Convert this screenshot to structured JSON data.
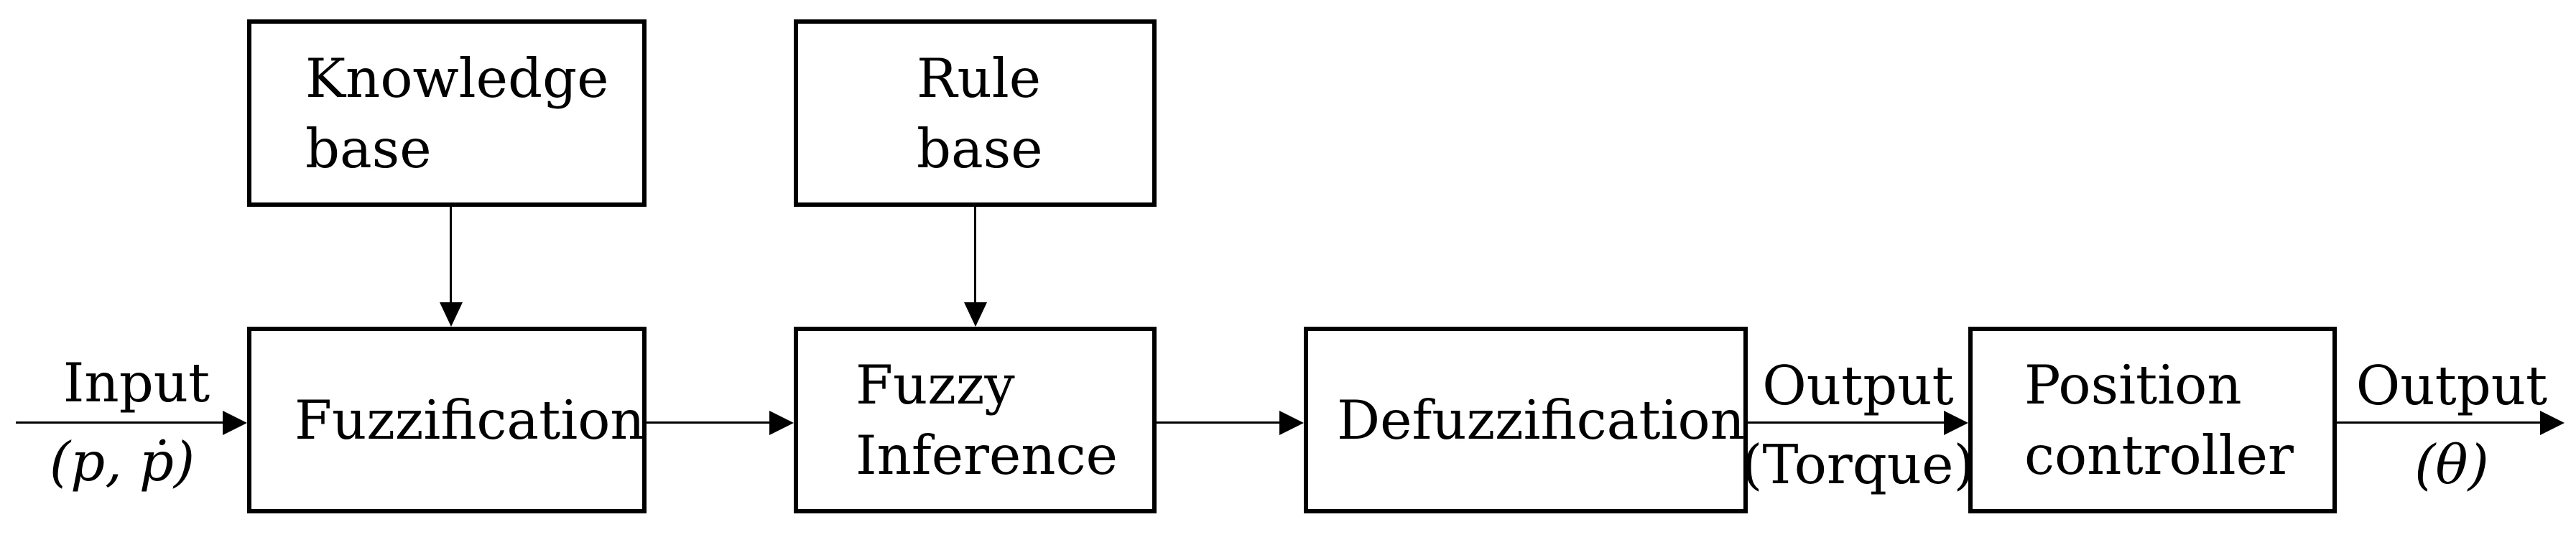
{
  "colors": {
    "background": "#ffffff",
    "line": "#000000",
    "text": "#000000"
  },
  "boxes": [
    {
      "id": "knowledge-base",
      "label": "Knowledge\nbase"
    },
    {
      "id": "rule-base",
      "label": "Rule\nbase"
    },
    {
      "id": "fuzzification",
      "label": "Fuzzification"
    },
    {
      "id": "fuzzy-inference",
      "label": "Fuzzy\nInference"
    },
    {
      "id": "defuzzification",
      "label": "Defuzzification"
    },
    {
      "id": "position-controller",
      "label": "Position\ncontroller"
    }
  ],
  "annotations": {
    "input": {
      "title": "Input",
      "symbol": "(p, ṗ)"
    },
    "torque": {
      "title": "Output",
      "symbol": "(Torque)"
    },
    "theta": {
      "title": "Output",
      "symbol": "(θ)"
    }
  },
  "connections": [
    {
      "from": "external-input",
      "to": "fuzzification",
      "label": "Input (p, ṗ)"
    },
    {
      "from": "knowledge-base",
      "to": "fuzzification",
      "label": ""
    },
    {
      "from": "rule-base",
      "to": "fuzzy-inference",
      "label": ""
    },
    {
      "from": "fuzzification",
      "to": "fuzzy-inference",
      "label": ""
    },
    {
      "from": "fuzzy-inference",
      "to": "defuzzification",
      "label": ""
    },
    {
      "from": "defuzzification",
      "to": "position-controller",
      "label": "Output (Torque)"
    },
    {
      "from": "position-controller",
      "to": "external-output",
      "label": "Output (θ)"
    }
  ]
}
